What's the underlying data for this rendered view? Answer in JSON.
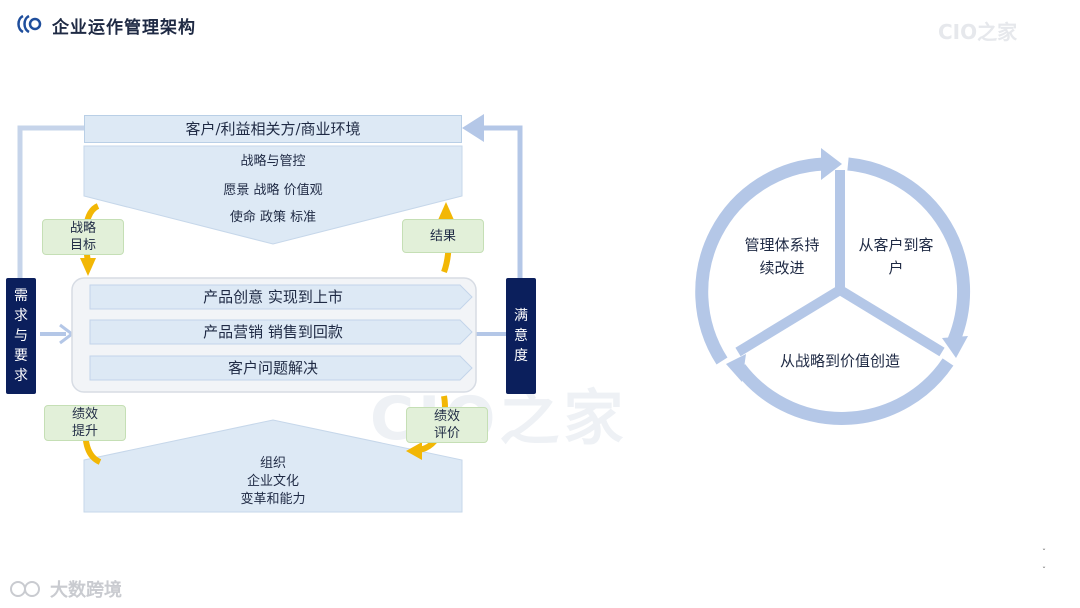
{
  "header": {
    "title": "企业运作管理架构",
    "watermark_top": "CIO之家",
    "watermark_center": "CIO之家",
    "watermark_bottom": "大数跨境"
  },
  "framework": {
    "top_bar": "客户/利益相关方/商业环境",
    "strategy_lines": [
      "战略与管控",
      "愿景 战略 价值观",
      "使命 政策 标准"
    ],
    "processes": [
      "产品创意 实现到上市",
      "产品营销 销售到回款",
      "客户问题解决"
    ],
    "bottom_lines": [
      "组织",
      "企业文化",
      "变革和能力"
    ],
    "left_side": "需求与要求",
    "right_side": "满意度",
    "green_boxes": {
      "strategic_goals": "战略目标",
      "results": "结果",
      "performance_improve": "绩效提升",
      "performance_eval": "绩效评价"
    }
  },
  "cycle": {
    "left": "管理体系持续改进",
    "right": "从客户到客户",
    "bottom": "从战略到价值创造"
  },
  "colors": {
    "navy": "#0b1f5c",
    "light_blue": "#dde9f5",
    "arrow_blue": "#b4c7e7",
    "gold": "#f2b705",
    "green_box": "#e2f0d9"
  }
}
